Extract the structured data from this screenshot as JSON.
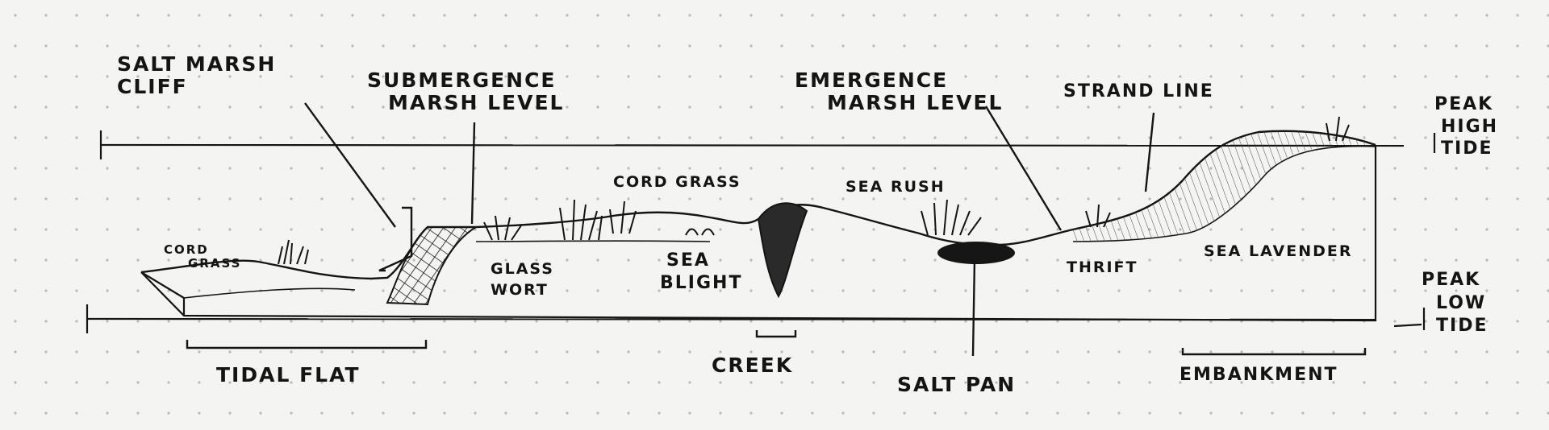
{
  "diagram": {
    "labels": {
      "salt_marsh_cliff": [
        "SALT MARSH",
        "CLIFF"
      ],
      "submergence_marsh_level": [
        "SUBMERGENCE",
        "MARSH LEVEL"
      ],
      "emergence_marsh_level": [
        "EMERGENCE",
        "MARSH LEVEL"
      ],
      "strand_line": "STRAND LINE",
      "peak_high_tide": [
        "PEAK",
        "HIGH",
        "TIDE"
      ],
      "cord_grass_upper": "CORD GRASS",
      "sea_rush": "SEA RUSH",
      "cord_grass_left": [
        "CORD",
        "GRASS"
      ],
      "glass_wort": [
        "GLASS",
        "WORT"
      ],
      "sea_blight": [
        "SEA",
        "BLIGHT"
      ],
      "thrift": "THRIFT",
      "sea_lavender": "SEA LAVENDER",
      "peak_low_tide": [
        "PEAK",
        "LOW",
        "TIDE"
      ],
      "tidal_flat": "TIDAL FLAT",
      "creek": "CREEK",
      "salt_pan": "SALT PAN",
      "embankment": "EMBANKMENT"
    },
    "colors": {
      "paper": "#f4f4f2",
      "ink": "#141414",
      "grid_dot": "#b9b9b9"
    }
  }
}
